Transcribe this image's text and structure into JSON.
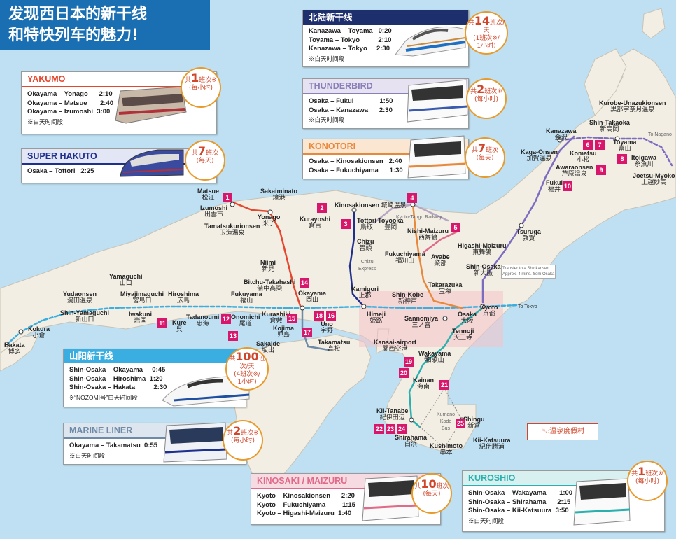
{
  "title": {
    "line1": "发现西日本的新干线",
    "line2": "和特快列车的魅力!"
  },
  "cards": {
    "hokuriku": {
      "name": "北陆新干线",
      "color": "#1e2f6e",
      "rows": [
        "Kanazawa – Toyama   0:20",
        "Toyama – Tokyo          2:10",
        "Kanazawa – Tokyo     2:30"
      ],
      "note": "※白天时间段",
      "badge_prefix": "共",
      "badge_num": "14",
      "badge_suffix": "班次/天",
      "badge_sub": "(1班次※/",
      "badge_sub2": "1小时)"
    },
    "yakumo": {
      "name": "YAKUMO",
      "color": "#e5472e",
      "rows": [
        "Okayama – Yonago      2:10",
        "Okayama – Matsue       2:40",
        "Okayama – Izumoshi  3:00"
      ],
      "note": "※白天时间段",
      "badge_prefix": "共",
      "badge_num": "1",
      "badge_suffix": "班次※",
      "badge_sub": "(每小时)"
    },
    "thunderbird": {
      "name": "THUNDERBIRD",
      "color": "#8a7fb8",
      "rows": [
        "Osaka – Fukui              1:50",
        "Osaka – Kanazawa      2:30"
      ],
      "note": "※白天时间段",
      "badge_prefix": "共",
      "badge_num": "2",
      "badge_suffix": "班次※",
      "badge_sub": "(每小时)"
    },
    "superhakuto": {
      "name": "SUPER HAKUTO",
      "color": "#1e2f8e",
      "rows": [
        "Osaka – Tottori   2:25"
      ],
      "badge_prefix": "共",
      "badge_num": "7",
      "badge_suffix": "班次",
      "badge_sub": "(每天)"
    },
    "konotori": {
      "name": "KONOTORI",
      "color": "#e8883a",
      "rows": [
        "Osaka – Kinosakionsen   2:40",
        "Osaka – Fukuchiyama      1:30"
      ],
      "badge_prefix": "共",
      "badge_num": "7",
      "badge_suffix": "班次",
      "badge_sub": "(每天)"
    },
    "sanyo": {
      "name": "山阳新干线",
      "color": "#3aaee0",
      "rows": [
        "Shin-Osaka – Okayama     0:45",
        "Shin-Osaka – Hiroshima  1:20",
        "Shin-Osaka – Hakata          2:30"
      ],
      "note": "※“NOZOMI号”白天时间段",
      "badge_prefix": "共",
      "badge_num": "100",
      "badge_suffix": "班次/天",
      "badge_sub": "(4班次※/",
      "badge_sub2": "1小时)"
    },
    "marine": {
      "name": "MARINE LINER",
      "color": "#6e8aa6",
      "rows": [
        "Okayama – Takamatsu  0:55"
      ],
      "note": "※白天时间段",
      "badge_prefix": "共",
      "badge_num": "2",
      "badge_suffix": "班次※",
      "badge_sub": "(每小时)"
    },
    "kinosaki": {
      "name": "KINOSAKI / MAIZURU",
      "color": "#e06a8a",
      "rows": [
        "Kyoto – Kinosakionsen      2:20",
        "Kyoto – Fukuchiyama         1:15",
        "Kyoto – Higashi-Maizuru  1:40"
      ],
      "badge_prefix": "共",
      "badge_num": "10",
      "badge_suffix": "班次",
      "badge_sub": "(每天)"
    },
    "kuroshio": {
      "name": "KUROSHIO",
      "color": "#2bb0b0",
      "rows": [
        "Shin-Osaka – Wakayama       1:00",
        "Shin-Osaka – Shirahama      2:15",
        "Shin-Osaka – Kii-Katsuura  3:50"
      ],
      "note": "※白天时间段",
      "badge_prefix": "共",
      "badge_num": "1",
      "badge_suffix": "班次※",
      "badge_sub": "(每小时)"
    }
  },
  "stations": [
    {
      "en": "Matsue",
      "jp": "松江"
    },
    {
      "en": "Izumoshi",
      "jp": "出雲市"
    },
    {
      "en": "Sakaiminato",
      "jp": "境港"
    },
    {
      "en": "Tamatsukurionsen",
      "jp": "玉造温泉"
    },
    {
      "en": "Yonago",
      "jp": "米子"
    },
    {
      "en": "Kurayoshi",
      "jp": "倉吉"
    },
    {
      "en": "Kinosakionsen",
      "jp": "城崎温泉"
    },
    {
      "en": "Tottori",
      "jp": "鳥取"
    },
    {
      "en": "Toyooka",
      "jp": "豊岡"
    },
    {
      "en": "Nishi-Maizuru",
      "jp": "西舞鶴"
    },
    {
      "en": "Chizu",
      "jp": "智頭"
    },
    {
      "en": "Higashi-Maizuru",
      "jp": "東舞鶴"
    },
    {
      "en": "Fukuchiyama",
      "jp": "福知山"
    },
    {
      "en": "Ayabe",
      "jp": "綾部"
    },
    {
      "en": "Niimi",
      "jp": "新見"
    },
    {
      "en": "Shin-Osaka",
      "jp": "新大阪"
    },
    {
      "en": "Yamaguchi",
      "jp": "山口"
    },
    {
      "en": "Bitchu-Takahashi",
      "jp": "備中高梁"
    },
    {
      "en": "Takarazuka",
      "jp": "宝塚"
    },
    {
      "en": "Kurashiki",
      "jp": "倉敷"
    },
    {
      "en": "Yudaonsen",
      "jp": "湯田温泉"
    },
    {
      "en": "Miyajimaguchi",
      "jp": "宮島口"
    },
    {
      "en": "Hiroshima",
      "jp": "広島"
    },
    {
      "en": "Fukuyama",
      "jp": "福山"
    },
    {
      "en": "Kamigori",
      "jp": "上郡"
    },
    {
      "en": "Shin-Kobe",
      "jp": "新神戸"
    },
    {
      "en": "Okayama",
      "jp": "岡山"
    },
    {
      "en": "Kyoto",
      "jp": "京都"
    },
    {
      "en": "Shin-Yamaguchi",
      "jp": "新山口"
    },
    {
      "en": "Iwakuni",
      "jp": "岩国"
    },
    {
      "en": "Onomichi",
      "jp": "尾道"
    },
    {
      "en": "Himeji",
      "jp": "姫路"
    },
    {
      "en": "Sannomiya",
      "jp": "三ノ宮"
    },
    {
      "en": "Osaka",
      "jp": "大阪"
    },
    {
      "en": "Kure",
      "jp": "呉"
    },
    {
      "en": "Tadanoumi",
      "jp": "忠海"
    },
    {
      "en": "Kojima",
      "jp": "児島"
    },
    {
      "en": "Uno",
      "jp": "宇野"
    },
    {
      "en": "Tennoji",
      "jp": "天王寺"
    },
    {
      "en": "Kokura",
      "jp": "小倉"
    },
    {
      "en": "Sakaide",
      "jp": "坂出"
    },
    {
      "en": "Takamatsu",
      "jp": "高松"
    },
    {
      "en": "Hakata",
      "jp": "博多"
    },
    {
      "en": "Kansai-airport",
      "jp": "関西空港"
    },
    {
      "en": "Wakayama",
      "jp": "和歌山"
    },
    {
      "en": "Kainan",
      "jp": "海南"
    },
    {
      "en": "Kii-Tanabe",
      "jp": "紀伊田辺"
    },
    {
      "en": "Shingu",
      "jp": "新宮"
    },
    {
      "en": "Shirahama",
      "jp": "白浜"
    },
    {
      "en": "Kushimoto",
      "jp": "串本"
    },
    {
      "en": "Kii-Katsuura",
      "jp": "紀伊勝浦"
    },
    {
      "en": "Kurobe-Unazukionsen",
      "jp": "黒部宇奈月温泉"
    },
    {
      "en": "Shin-Takaoka",
      "jp": "新高岡"
    },
    {
      "en": "Kanazawa",
      "jp": "金沢"
    },
    {
      "en": "Toyama",
      "jp": "富山"
    },
    {
      "en": "Kaga-Onsen",
      "jp": "加賀温泉"
    },
    {
      "en": "Komatsu",
      "jp": "小松"
    },
    {
      "en": "Itoigawa",
      "jp": "糸魚川"
    },
    {
      "en": "Awaraonsen",
      "jp": "芦原温泉"
    },
    {
      "en": "Joetsu-Myoko",
      "jp": "上越妙高"
    },
    {
      "en": "Fukui",
      "jp": "福井"
    },
    {
      "en": "Tsuruga",
      "jp": "敦賀"
    }
  ],
  "small_labels": {
    "to_nagano": "To Nagano",
    "to_tokyo": "To Tokyo",
    "transfer_note": "Transfer to a Shinkansen",
    "transfer_note2": "Approx. 4 mins. from Osaka",
    "kyoto_tango": "Kyoto-Tango Railway",
    "chizu_express": "Chizu",
    "chizu_express2": "Express",
    "kumano1": "Kumano",
    "kumano2": "Kodo",
    "kumano3": "Bus"
  },
  "numbers": [
    "1",
    "2",
    "3",
    "4",
    "5",
    "6",
    "7",
    "8",
    "9",
    "10",
    "11",
    "12",
    "13",
    "14",
    "15",
    "16",
    "17",
    "18",
    "19",
    "20",
    "21",
    "22",
    "23",
    "24",
    "25"
  ],
  "legend": "♨:温泉度假村",
  "colors": {
    "sea": "#bfe0f2",
    "land": "#f2eee4",
    "shinkansen": "#3aaee0",
    "hokuriku": "#7c6cbf"
  }
}
